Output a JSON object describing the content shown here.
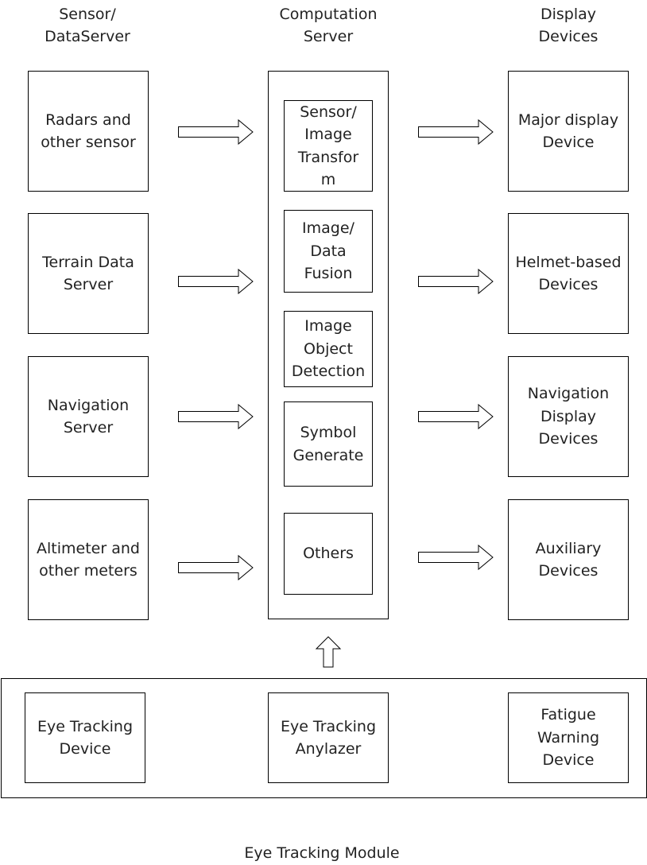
{
  "headers": {
    "sensor": "Sensor/\nDataServer",
    "computation": "Computation\nServer",
    "display": "Display\nDevices"
  },
  "sensors": [
    "Radars and\nother sensor",
    "Terrain Data\nServer",
    "Navigation\nServer",
    "Altimeter and\nother meters"
  ],
  "computation": [
    "Sensor/\nImage\nTransfor\nm",
    "Image/\nData\nFusion",
    "Image\nObject\nDetection",
    "Symbol\nGenerate",
    "Others"
  ],
  "displays": [
    "Major display\nDevice",
    "Helmet-based\nDevices",
    "Navigation\nDisplay\nDevices",
    "Auxiliary\nDevices"
  ],
  "eye_tracking": {
    "device": "Eye Tracking\nDevice",
    "analyzer": "Eye Tracking\nAnylazer",
    "fatigue": "Fatigue\nWarning\nDevice",
    "caption": "Eye Tracking Module"
  },
  "colors": {
    "stroke": "#000000",
    "text": "#222222",
    "background": "#ffffff"
  }
}
